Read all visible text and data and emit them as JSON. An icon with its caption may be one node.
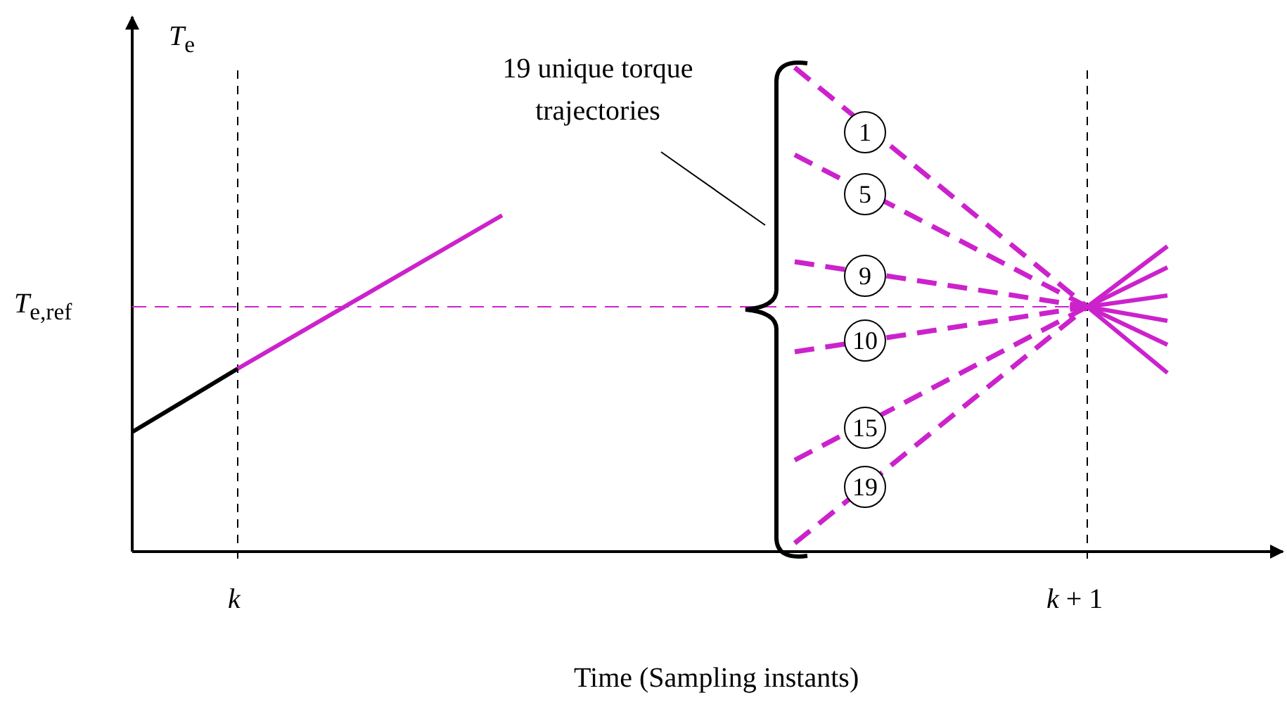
{
  "diagram": {
    "nodes": [
      {
        "text": [
          "19 unique torque trajectories"
        ]
      },
      {
        "text": [],
        "shape": "brace"
      },
      {
        "text": [
          "1"
        ]
      },
      {
        "text": [
          "5"
        ]
      },
      {
        "text": [
          "9"
        ]
      },
      {
        "text": [
          "10"
        ]
      },
      {
        "text": [
          "15"
        ]
      },
      {
        "text": [
          "19"
        ]
      }
    ],
    "edges": [
      {
        "from": 0,
        "to": 1,
        "arrow": "none"
      }
    ],
    "labels": [
      "*T*$_{e}$",
      "*T*$_{e,ref}$",
      "*k*",
      "*k* + 1",
      "Time (Sampling instants)"
    ]
  }
}
